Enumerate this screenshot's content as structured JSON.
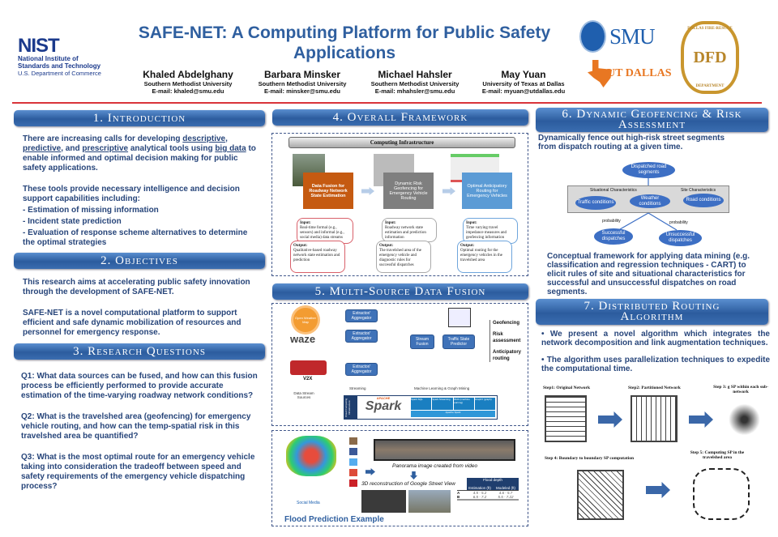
{
  "header": {
    "title": "SAFE-NET: A Computing Platform for Public Safety Applications",
    "nist_logo": {
      "mark": "NIST",
      "line1": "National Institute of",
      "line2": "Standards and Technology",
      "line3": "U.S. Department of Commerce"
    },
    "authors": [
      {
        "name": "Khaled Abdelghany",
        "affiliation": "Southern Methodist University",
        "email": "E-mail: khaled@smu.edu"
      },
      {
        "name": "Barbara Minsker",
        "affiliation": "Southern Methodist University",
        "email": "E-mail: minsker@smu.edu"
      },
      {
        "name": "Michael Hahsler",
        "affiliation": "Southern Methodist University",
        "email": "E-mail: mhahsler@smu.edu"
      },
      {
        "name": "May Yuan",
        "affiliation": "University of Texas at Dallas",
        "email": "E-mail: myuan@utdallas.edu"
      }
    ],
    "logos": {
      "smu": "SMU",
      "utd": "UT DALLAS",
      "dfr_top": "DALLAS FIRE-RESCUE",
      "dfr_bottom": "DEPARTMENT",
      "dfr_mono": "DFD"
    }
  },
  "colors": {
    "heading_blue": "#2c5c9e",
    "text_blue": "#27457a",
    "title_blue": "#2f5f9f",
    "rule_red": "#d9343a",
    "orange": "#c55a11"
  },
  "sections": {
    "introduction": {
      "title": "1. Introduction",
      "p1": [
        "There are increasing calls for developing ",
        "descriptive",
        ", ",
        "predictive",
        ", and ",
        "prescriptive",
        " analytical tools using ",
        "big data",
        " to enable informed and optimal decision making for public safety applications."
      ],
      "p2": "These tools provide necessary intelligence and decision support capabilities including:",
      "bullets": [
        "- Estimation of missing information",
        "- Incident state prediction",
        "- Evaluation of response scheme alternatives to determine the optimal strategies"
      ]
    },
    "objectives": {
      "title": "2. Objectives",
      "p1": "This research aims at accelerating public safety innovation through the development of SAFE-NET.",
      "p2": "SAFE-NET is a novel computational platform to support efficient and safe dynamic mobilization of resources and personnel for emergency response."
    },
    "questions": {
      "title": "3. Research Questions",
      "items": [
        "Q1: What data sources can be fused, and how can this fusion process be efficiently performed to provide accurate estimation of the time-varying roadway network conditions?",
        "Q2: What is the travelshed area (geofencing) for emergency vehicle routing, and how can the temp-spatial risk in this travelshed area be quantified?",
        "Q3: What is the most optimal route for an emergency vehicle taking into consideration the tradeoff between speed and safety requirements of the emergency vehicle dispatching process?"
      ]
    },
    "framework": {
      "title": "4. Overall Framework",
      "banner": "Computing Infrastructure",
      "stages": [
        {
          "label": "Data Fusion for Roadway Network State Estimation",
          "color": "#c55a11",
          "input": "Real-time formal (e.g., sensors) and informal (e.g., social media) data streams",
          "output": "Qualitative-based roadway network state estimation and prediction",
          "border": "#d9606a"
        },
        {
          "label": "Dynamic Risk Geofencing for Emergency Vehicle Routing",
          "color": "#7f7f7f",
          "input": "Roadway network state estimation and prediction information",
          "output": "The travelshed area of the emergency vehicle and diagnostic rules for successful dispatches",
          "border": "#aaaaaa"
        },
        {
          "label": "Optimal Anticipatory Routing for Emergency Vehicles",
          "color": "#5b9bd5",
          "input": "Time varying travel impedance measures and geofencing information",
          "output": "Optimal routing for the emergency vehicles in the travelshed area",
          "border": "#6ea5dc"
        }
      ],
      "input_label": "Input:",
      "output_label": "Output:"
    },
    "fusion": {
      "title": "5. Multi-Source Data Fusion",
      "sources": [
        "Open Weather Map",
        "waze",
        "V2X"
      ],
      "source_caption": "Data Stream Sources",
      "extractor": "Extractor/ Aggregator",
      "stream_fusion": "Stream Fusion",
      "predictor": "Traffic State Predictor",
      "outputs": [
        "Geofencing",
        "Risk assessment",
        "Anticipatory routing"
      ],
      "streaming": "Streaming",
      "ml": "Machine Learning & Graph Mining",
      "cloud": "Cloud Computing Infrastructure",
      "spark": "Spark",
      "spark_prefix": "APACHE",
      "spark_modules": [
        "Spark SQL",
        "Spark Streaming",
        "MLlib (machine learning)",
        "GraphX (graph)"
      ],
      "spark_core": "Apache Spark"
    },
    "flood": {
      "title": "Flood Prediction Example",
      "social_media": "Social Media",
      "panorama_caption": "Panorama image created from video",
      "reconstruction_caption": "3D reconstruction of Google Street View",
      "table": {
        "header": "Flood depth",
        "columns": [
          "Estimation (ft)",
          "Modeled (ft)"
        ],
        "rows": [
          {
            "id": "A",
            "estimation": "4.5 - 5.2",
            "modeled": "4.6 - 5.7"
          },
          {
            "id": "B",
            "estimation": "6.5 - 7.2",
            "modeled": "5.5 - 7.22"
          }
        ]
      }
    },
    "geofencing": {
      "title": "6. Dynamic Geofencing & Risk Assessment",
      "intro": "Dynamically fence out high-risk street segments from dispatch routing at a given time.",
      "diagram": {
        "top": "Dispatched road segments",
        "situational": "Situational Characteristics",
        "site": "Site Characteristics",
        "nodes": [
          "Traffic conditions",
          "Weather conditions",
          "Road conditions"
        ],
        "probability": "probability",
        "outcomes": [
          "Successful dispatches",
          "Unsuccessful dispatches"
        ]
      },
      "body": "Conceptual framework for applying data mining (e.g. classification and regression techniques - CART) to elicit rules of site and situational characteristics for successful and unsuccessful dispatches on road segments."
    },
    "routing": {
      "title": "7. Distributed Routing Algorithm",
      "bullets": [
        "We present a novel algorithm which integrates the network decomposition and link augmentation techniques.",
        "The algorithm uses parallelization techniques to expedite the computational time."
      ],
      "steps": [
        "Step1: Original Network",
        "Step2: Partitioned Network",
        "Step 3: g SP within each sub-network",
        "Step 4: Boundary to boundary SP computation",
        "Step 5: Computing SP in the travelshed area"
      ]
    }
  }
}
